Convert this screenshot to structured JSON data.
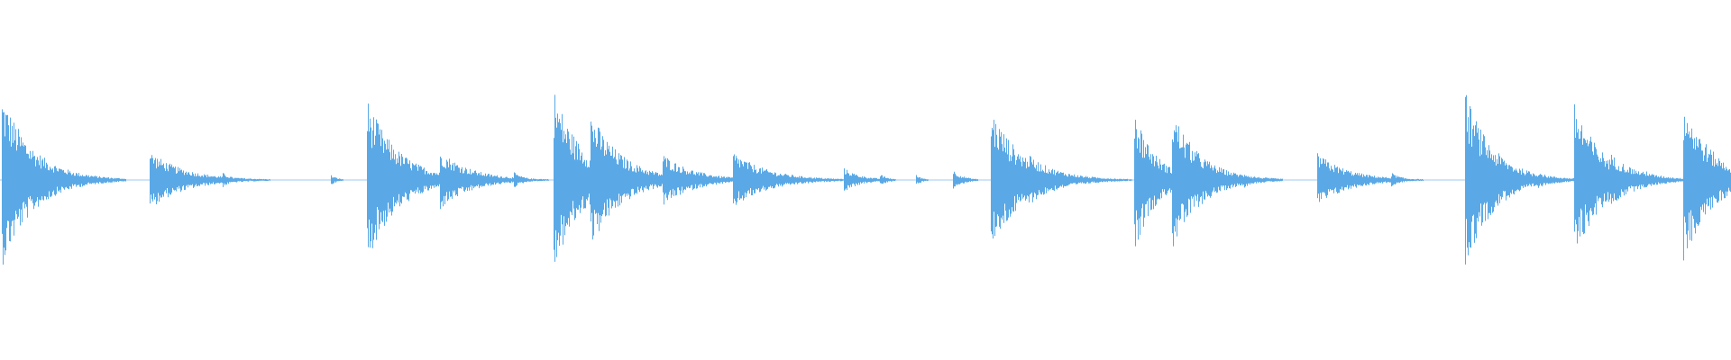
{
  "waveform": {
    "color": "#5aa9e6",
    "background": "#ffffff",
    "onsets": [
      {
        "t": 0.0,
        "amp": 0.97,
        "decay": 0.018
      },
      {
        "t": 0.042,
        "amp": 0.08,
        "decay": 0.006
      },
      {
        "t": 0.086,
        "amp": 0.32,
        "decay": 0.02
      },
      {
        "t": 0.107,
        "amp": 0.07,
        "decay": 0.008
      },
      {
        "t": 0.128,
        "amp": 0.08,
        "decay": 0.006
      },
      {
        "t": 0.191,
        "amp": 0.05,
        "decay": 0.004
      },
      {
        "t": 0.212,
        "amp": 0.88,
        "decay": 0.018
      },
      {
        "t": 0.254,
        "amp": 0.33,
        "decay": 0.018
      },
      {
        "t": 0.276,
        "amp": 0.1,
        "decay": 0.007
      },
      {
        "t": 0.297,
        "amp": 0.08,
        "decay": 0.006
      },
      {
        "t": 0.32,
        "amp": 1.0,
        "decay": 0.016
      },
      {
        "t": 0.341,
        "amp": 0.76,
        "decay": 0.018
      },
      {
        "t": 0.362,
        "amp": 0.1,
        "decay": 0.007
      },
      {
        "t": 0.383,
        "amp": 0.29,
        "decay": 0.018
      },
      {
        "t": 0.404,
        "amp": 0.08,
        "decay": 0.007
      },
      {
        "t": 0.424,
        "amp": 0.31,
        "decay": 0.02
      },
      {
        "t": 0.446,
        "amp": 0.08,
        "decay": 0.006
      },
      {
        "t": 0.467,
        "amp": 0.04,
        "decay": 0.003
      },
      {
        "t": 0.488,
        "amp": 0.13,
        "decay": 0.01
      },
      {
        "t": 0.509,
        "amp": 0.06,
        "decay": 0.005
      },
      {
        "t": 0.53,
        "amp": 0.05,
        "decay": 0.004
      },
      {
        "t": 0.551,
        "amp": 0.11,
        "decay": 0.006
      },
      {
        "t": 0.573,
        "amp": 0.8,
        "decay": 0.018
      },
      {
        "t": 0.594,
        "amp": 0.29,
        "decay": 0.018
      },
      {
        "t": 0.615,
        "amp": 0.08,
        "decay": 0.007
      },
      {
        "t": 0.656,
        "amp": 0.8,
        "decay": 0.012
      },
      {
        "t": 0.678,
        "amp": 0.78,
        "decay": 0.016
      },
      {
        "t": 0.699,
        "amp": 0.1,
        "decay": 0.008
      },
      {
        "t": 0.72,
        "amp": 0.08,
        "decay": 0.006
      },
      {
        "t": 0.762,
        "amp": 0.3,
        "decay": 0.018
      },
      {
        "t": 0.783,
        "amp": 0.05,
        "decay": 0.004
      },
      {
        "t": 0.805,
        "amp": 0.08,
        "decay": 0.006
      },
      {
        "t": 0.848,
        "amp": 0.96,
        "decay": 0.016
      },
      {
        "t": 0.869,
        "amp": 0.26,
        "decay": 0.016
      },
      {
        "t": 0.89,
        "amp": 0.1,
        "decay": 0.007
      },
      {
        "t": 0.911,
        "amp": 0.86,
        "decay": 0.016
      },
      {
        "t": 0.932,
        "amp": 0.29,
        "decay": 0.016
      },
      {
        "t": 0.953,
        "amp": 0.1,
        "decay": 0.007
      },
      {
        "t": 0.974,
        "amp": 0.92,
        "decay": 0.016
      },
      {
        "t": 0.995,
        "amp": 0.24,
        "decay": 0.008
      }
    ]
  }
}
